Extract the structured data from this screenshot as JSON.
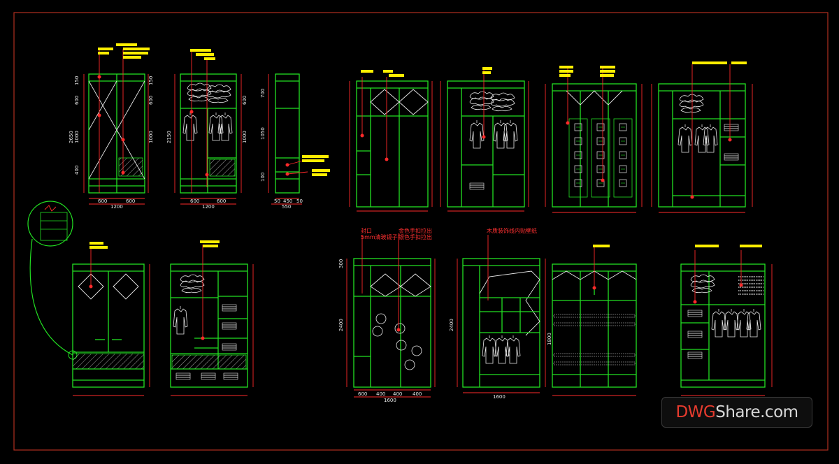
{
  "canvas": {
    "background": "#000000",
    "border_color": "#b03020",
    "line_color": "#22e022",
    "dim_color": "#e8e8e8",
    "leader_color": "#ff2a2a",
    "tag_color": "#ffee00"
  },
  "watermark": {
    "part1": "DWG",
    "part2": "Share.com"
  },
  "dims": {
    "d150": "150",
    "d600": "600",
    "d1000": "1000",
    "d400": "400",
    "d2650": "2650",
    "d1200": "1200",
    "d2150": "2150",
    "d700": "700",
    "d100": "100",
    "d1050": "1050",
    "d450": "450",
    "d50": "50",
    "d550": "550",
    "d1600": "1600",
    "d2400": "2400",
    "d1800": "1800",
    "d300": "300"
  },
  "notes": {
    "n1": "封口",
    "n2": "5mm清玻镜子",
    "n3": "金色手扣拉出",
    "n4": "银色手扣拉出",
    "n5": "木质装饰线内贴壁纸"
  }
}
